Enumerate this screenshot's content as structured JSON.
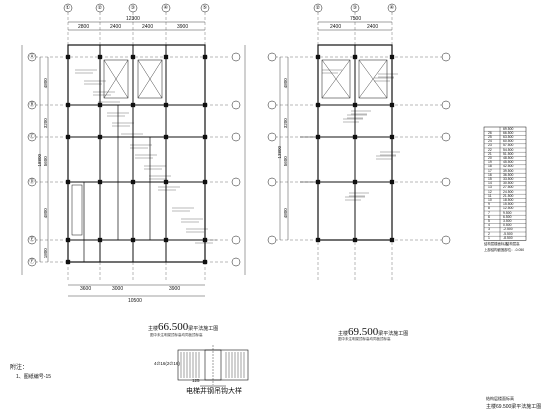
{
  "plan_left": {
    "title_prefix": "主楼",
    "title_elev": "66.500",
    "title_suffix": "梁平法施工图",
    "subtitle": "图中未注明梁顶标高均同板顶标高",
    "axis_top": [
      "①",
      "②",
      "③",
      "④",
      "⑤"
    ],
    "axis_left": [
      "Ⓐ",
      "Ⓑ",
      "Ⓒ",
      "Ⓓ",
      "Ⓔ",
      "Ⓕ"
    ],
    "dim_top_total": "12300",
    "dim_top_parts": [
      "2800",
      "2400",
      "2400",
      "3900"
    ],
    "dim_left": [
      "4800",
      "3200",
      "5600",
      "4800",
      "1800"
    ],
    "dim_left_total": "18800",
    "dim_bottom_parts": [
      "3600",
      "3000",
      "3900"
    ],
    "dim_bottom_total": "10500"
  },
  "plan_right": {
    "title_prefix": "主楼",
    "title_elev": "69.500",
    "title_suffix": "梁平法施工图",
    "subtitle": "图中未注明梁顶标高均同板顶标高",
    "axis_top": [
      "②",
      "③",
      "④"
    ],
    "dim_top_total": "7500",
    "dim_top_parts": [
      "2400",
      "2400"
    ],
    "dim_left": [
      "4800",
      "3200",
      "5600",
      "4800"
    ],
    "dim_left_total": "13800"
  },
  "detail": {
    "caption": "电梯井钢吊钩大样",
    "note_label": "4∅16(2∅16)",
    "dim": "125"
  },
  "notes": {
    "heading": "附注：",
    "item1": "1、图纸编号-15"
  },
  "elev_table": {
    "header_floor": "",
    "header_elev": "69.500",
    "rows": [
      [
        "26",
        "66.500"
      ],
      [
        "25",
        "63.500"
      ],
      [
        "24",
        "60.500"
      ],
      [
        "23",
        "57.500"
      ],
      [
        "22",
        "54.500"
      ],
      [
        "21",
        "51.500"
      ],
      [
        "20",
        "48.500"
      ],
      [
        "19",
        "45.500"
      ],
      [
        "18",
        "42.500"
      ],
      [
        "17",
        "39.500"
      ],
      [
        "16",
        "36.500"
      ],
      [
        "15",
        "33.500"
      ],
      [
        "14",
        "30.500"
      ],
      [
        "13",
        "27.500"
      ],
      [
        "12",
        "24.500"
      ],
      [
        "11",
        "21.500"
      ],
      [
        "10",
        "18.500"
      ],
      [
        "9",
        "15.500"
      ],
      [
        "8",
        "12.500"
      ],
      [
        "7",
        "9.500"
      ],
      [
        "6",
        "6.500"
      ],
      [
        "5",
        "3.500"
      ],
      [
        "4",
        "0.500"
      ],
      [
        "3",
        "-2.500"
      ],
      [
        "2",
        "-5.500"
      ],
      [
        "1",
        "-8.500"
      ]
    ],
    "footer": "结构层楼面标高",
    "footer2": "结构层高",
    "bottom_note": "上部结构嵌固部位：-0.050"
  },
  "footer_right": {
    "line1": "结构层楼面标高",
    "line2": "主楼69.500梁平法施工图"
  }
}
